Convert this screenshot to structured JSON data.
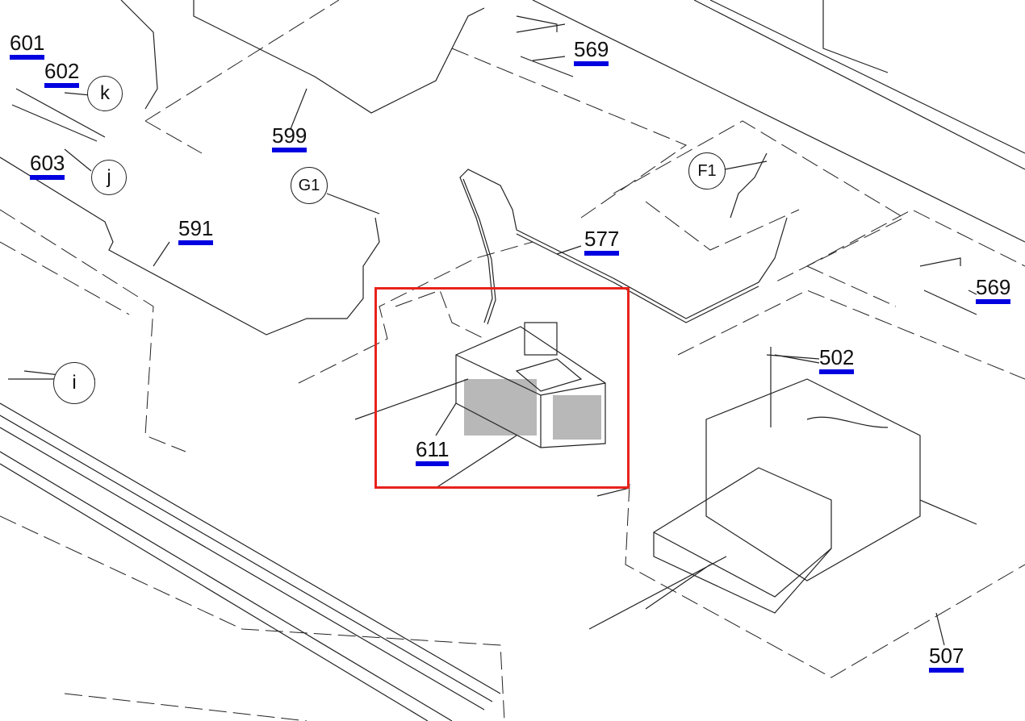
{
  "diagram": {
    "parts": [
      "601",
      "602",
      "603",
      "599",
      "569",
      "591",
      "577",
      "569",
      "502",
      "611",
      "507"
    ],
    "callouts": [
      "k",
      "j",
      "G1",
      "F1",
      "i"
    ],
    "highlight_color": "#e8231c",
    "link_underline_color": "#0000e0",
    "highlighted_part": "611"
  }
}
